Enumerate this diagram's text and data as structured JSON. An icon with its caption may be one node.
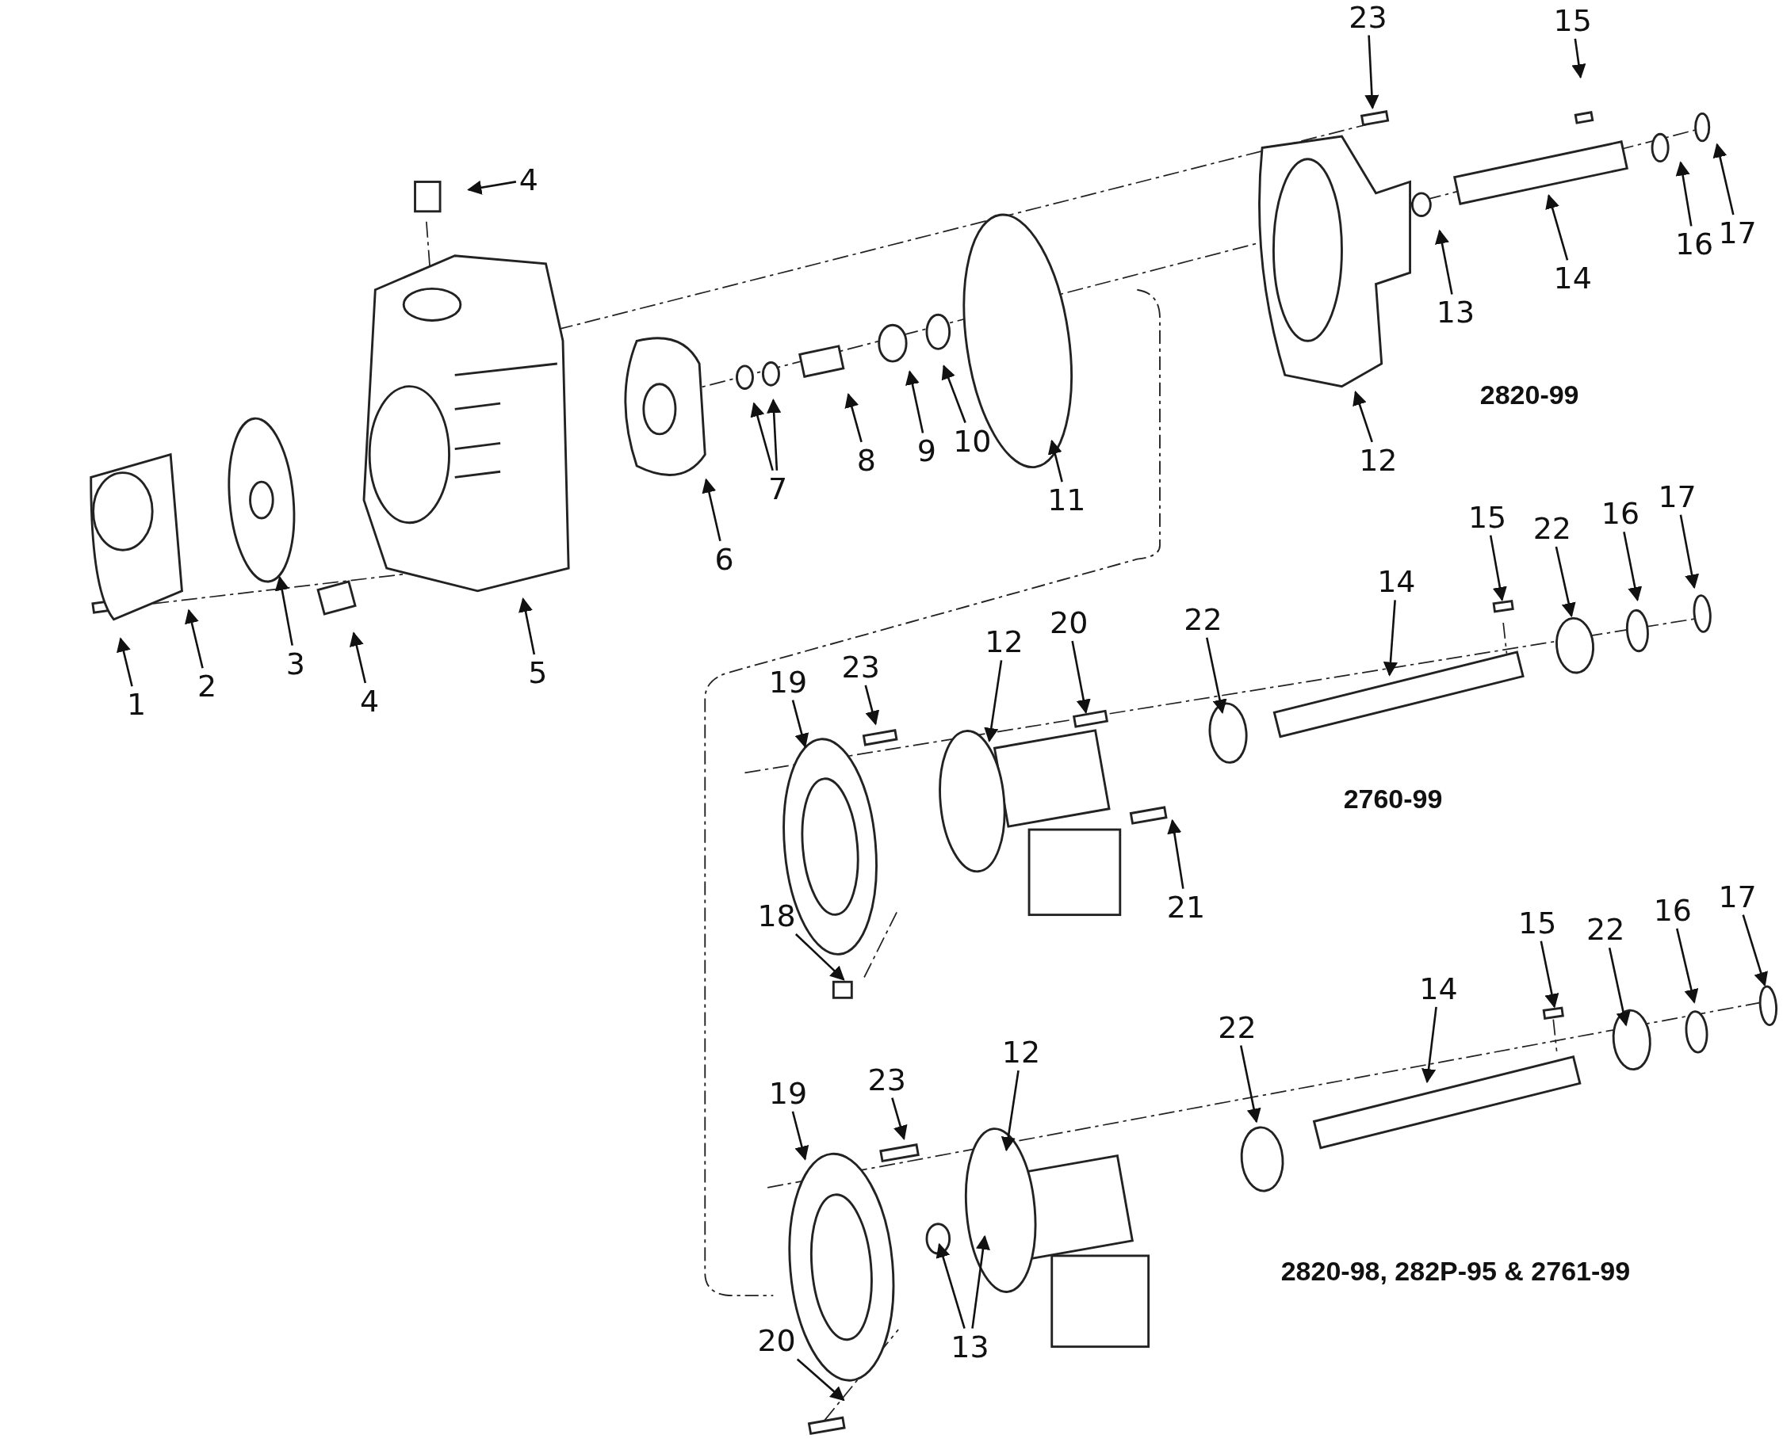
{
  "diagram": {
    "nodes": [
      {
        "text": [
          "4"
        ]
      },
      {
        "text": [
          "23"
        ]
      },
      {
        "text": [
          "15"
        ]
      },
      {
        "text": [
          "13"
        ]
      },
      {
        "text": [
          "14"
        ]
      },
      {
        "text": [
          "16"
        ]
      },
      {
        "text": [
          "17"
        ]
      },
      {
        "text": [
          "12"
        ]
      },
      {
        "text": [
          "11"
        ]
      },
      {
        "text": [
          "10"
        ]
      },
      {
        "text": [
          "9"
        ]
      },
      {
        "text": [
          "8"
        ]
      },
      {
        "text": [
          "7"
        ]
      },
      {
        "text": [
          "6"
        ]
      },
      {
        "text": [
          "5"
        ]
      },
      {
        "text": [
          "4"
        ]
      },
      {
        "text": [
          "3"
        ]
      },
      {
        "text": [
          "2"
        ]
      },
      {
        "text": [
          "1"
        ]
      },
      {
        "text": [
          "15"
        ]
      },
      {
        "text": [
          "22"
        ]
      },
      {
        "text": [
          "16"
        ]
      },
      {
        "text": [
          "17"
        ]
      },
      {
        "text": [
          "14"
        ]
      },
      {
        "text": [
          "22"
        ]
      },
      {
        "text": [
          "20"
        ]
      },
      {
        "text": [
          "12"
        ]
      },
      {
        "text": [
          "23"
        ]
      },
      {
        "text": [
          "19"
        ]
      },
      {
        "text": [
          "21"
        ]
      },
      {
        "text": [
          "18"
        ]
      },
      {
        "text": [
          "15"
        ]
      },
      {
        "text": [
          "22"
        ]
      },
      {
        "text": [
          "16"
        ]
      },
      {
        "text": [
          "17"
        ]
      },
      {
        "text": [
          "14"
        ]
      },
      {
        "text": [
          "22"
        ]
      },
      {
        "text": [
          "12"
        ]
      },
      {
        "text": [
          "23"
        ]
      },
      {
        "text": [
          "19"
        ]
      },
      {
        "text": [
          "13"
        ]
      },
      {
        "text": [
          "20"
        ]
      }
    ],
    "edges": [
      {
        "from": 0,
        "to": null,
        "arrow": "to"
      },
      {
        "from": 1,
        "to": null,
        "arrow": "to"
      },
      {
        "from": 2,
        "to": null,
        "arrow": "to"
      },
      {
        "from": 3,
        "to": null,
        "arrow": "to"
      },
      {
        "from": 4,
        "to": null,
        "arrow": "to"
      },
      {
        "from": 5,
        "to": null,
        "arrow": "to"
      },
      {
        "from": 6,
        "to": null,
        "arrow": "to"
      },
      {
        "from": 7,
        "to": null,
        "arrow": "to"
      },
      {
        "from": 8,
        "to": null,
        "arrow": "to"
      },
      {
        "from": 9,
        "to": null,
        "arrow": "to"
      },
      {
        "from": 10,
        "to": null,
        "arrow": "to"
      },
      {
        "from": 11,
        "to": null,
        "arrow": "to"
      },
      {
        "from": 12,
        "to": null,
        "arrow": "to"
      },
      {
        "from": 12,
        "to": null,
        "arrow": "to"
      },
      {
        "from": 13,
        "to": null,
        "arrow": "to"
      },
      {
        "from": 14,
        "to": null,
        "arrow": "to"
      },
      {
        "from": 15,
        "to": null,
        "arrow": "to"
      },
      {
        "from": 16,
        "to": null,
        "arrow": "to"
      },
      {
        "from": 17,
        "to": null,
        "arrow": "to"
      },
      {
        "from": 18,
        "to": null,
        "arrow": "to"
      },
      {
        "from": 19,
        "to": null,
        "arrow": "to"
      },
      {
        "from": 20,
        "to": null,
        "arrow": "to"
      },
      {
        "from": 21,
        "to": null,
        "arrow": "to"
      },
      {
        "from": 22,
        "to": null,
        "arrow": "to"
      },
      {
        "from": 23,
        "to": null,
        "arrow": "to"
      },
      {
        "from": 24,
        "to": null,
        "arrow": "to"
      },
      {
        "from": 25,
        "to": null,
        "arrow": "to"
      },
      {
        "from": 26,
        "to": null,
        "arrow": "to"
      },
      {
        "from": 27,
        "to": null,
        "arrow": "to"
      },
      {
        "from": 28,
        "to": null,
        "arrow": "to"
      },
      {
        "from": 29,
        "to": null,
        "arrow": "to"
      },
      {
        "from": 30,
        "to": null,
        "arrow": "to"
      },
      {
        "from": 31,
        "to": null,
        "arrow": "to"
      },
      {
        "from": 32,
        "to": null,
        "arrow": "to"
      },
      {
        "from": 33,
        "to": null,
        "arrow": "to"
      },
      {
        "from": 34,
        "to": null,
        "arrow": "to"
      },
      {
        "from": 35,
        "to": null,
        "arrow": "to"
      },
      {
        "from": 36,
        "to": null,
        "arrow": "to"
      },
      {
        "from": 37,
        "to": null,
        "arrow": "to"
      },
      {
        "from": 38,
        "to": null,
        "arrow": "to"
      },
      {
        "from": 39,
        "to": null,
        "arrow": "to"
      },
      {
        "from": 40,
        "to": null,
        "arrow": "to"
      },
      {
        "from": 40,
        "to": null,
        "arrow": "to"
      },
      {
        "from": 41,
        "to": null,
        "arrow": "to"
      }
    ],
    "labels": [
      "2820-99",
      "2760-99",
      "2820-98, 282P-95 & 2761-99"
    ]
  }
}
